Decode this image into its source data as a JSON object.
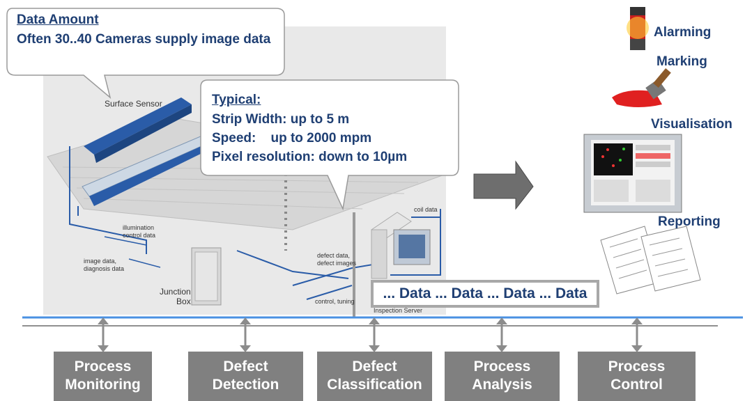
{
  "bubble1": {
    "title": "Data Amount",
    "line": "Often 30..40 Cameras supply image data"
  },
  "bubble2": {
    "title": "Typical:",
    "lines": [
      "Strip Width: up to 5 m",
      "Speed:    up to 2000 mpm",
      "Pixel resolution: down to 10µm"
    ]
  },
  "diagram": {
    "surface_sensor": "Surface Sensor",
    "illumination": [
      "illumination",
      "control data"
    ],
    "image_data": [
      "image data,",
      "diagnosis data"
    ],
    "junction": [
      "Junction",
      "Box"
    ],
    "defect_data": [
      "defect data,",
      "defect images"
    ],
    "coil_data": "coil data",
    "control_tuning": "control, tuning",
    "inspection_server": "Inspection Server"
  },
  "data_bar": "... Data ... Data ... Data ... Data",
  "outputs": {
    "alarming": "Alarming",
    "marking": "Marking",
    "visualisation": "Visualisation",
    "reporting": "Reporting"
  },
  "boxes": [
    {
      "line1": "Process",
      "line2": "Monitoring"
    },
    {
      "line1": "Defect",
      "line2": "Detection"
    },
    {
      "line1": "Defect",
      "line2": "Classification"
    },
    {
      "line1": "Process",
      "line2": "Analysis"
    },
    {
      "line1": "Process",
      "line2": "Control"
    }
  ],
  "colors": {
    "accent": "#1f3f73",
    "box": "#808080",
    "bus": "#4a90e2",
    "arrow": "#8c8c8c"
  }
}
